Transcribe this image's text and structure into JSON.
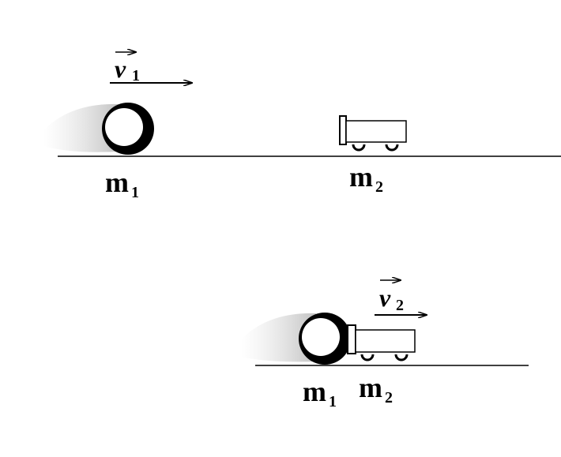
{
  "scene_before": {
    "velocity_label": {
      "symbol": "v",
      "subscript": "1"
    },
    "mass1_label": {
      "symbol": "m",
      "subscript": "1"
    },
    "mass2_label": {
      "symbol": "m",
      "subscript": "2"
    }
  },
  "scene_after": {
    "velocity_label": {
      "symbol": "v",
      "subscript": "2"
    },
    "mass1_label": {
      "symbol": "m",
      "subscript": "1"
    },
    "mass2_label": {
      "symbol": "m",
      "subscript": "2"
    }
  }
}
